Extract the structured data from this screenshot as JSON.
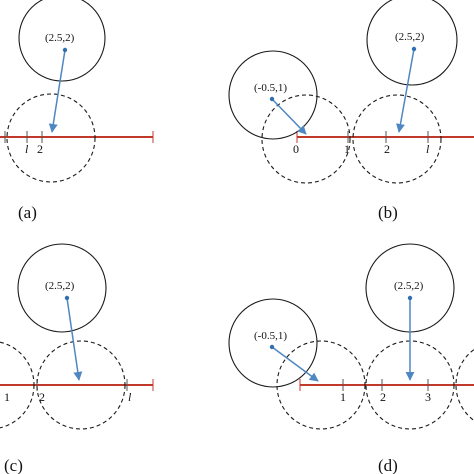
{
  "colors": {
    "axis": "#c0392b",
    "arrow": "#4f87c2",
    "circle": "#1a1a1a",
    "dot": "#2f6fae"
  },
  "panels": {
    "a": {
      "caption": "(a)",
      "point_label": "(2.5,2)",
      "ticks": [
        "l",
        "2"
      ]
    },
    "b": {
      "caption": "(b)",
      "point_label": "(2.5,2)",
      "point2_label": "(-0.5,1)",
      "ticks": [
        "0",
        "1",
        "2",
        "l"
      ]
    },
    "c": {
      "caption": "(c)",
      "point_label": "(2.5,2)",
      "ticks": [
        "1",
        "2",
        "l"
      ]
    },
    "d": {
      "caption": "(d)",
      "point_label": "(2.5,2)",
      "point2_label": "(-0.5,1)",
      "ticks": [
        "1",
        "2",
        "3"
      ]
    }
  }
}
